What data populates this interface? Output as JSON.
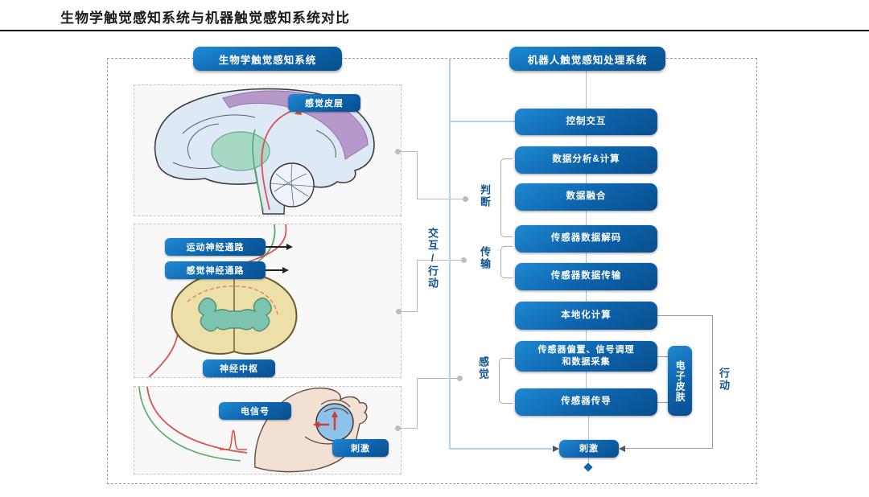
{
  "title": "生物学触觉感知系统与机器触觉感知系统对比",
  "headers": {
    "bio": "生物学触觉感知系统",
    "robot": "机器人触觉感知处理系统"
  },
  "bio": {
    "cortex": "感觉皮层",
    "motor_pathway": "运动神经通路",
    "sensory_pathway": "感觉神经通路",
    "nerve_center": "神经中枢",
    "electric_signal": "电信号",
    "stimulus": "刺激"
  },
  "flow": {
    "interaction_action": "交互/行动",
    "judgment": "判断",
    "transmission": "传输",
    "sensation": "感觉",
    "action": "行动"
  },
  "robot": {
    "control": "控制交互",
    "analysis": "数据分析&计算",
    "fusion": "数据融合",
    "decode": "传感器数据解码",
    "transfer": "传感器数据传输",
    "local_compute": "本地化计算",
    "bias_line1": "传感器偏置、信号调理",
    "bias_line2": "和数据采集",
    "conduction": "传感器传导",
    "e_skin": "电子皮肤",
    "stimulus": "刺激"
  },
  "colors": {
    "box_blue_start": "#1f89d2",
    "box_blue_end": "#084e8e",
    "flow_label_blue": "#11538e",
    "connector_gray": "#b9b9b9",
    "feedback_blue": "#b3d1ea",
    "cortex_purple": "#b28fc6",
    "nerve_red": "#d9534f",
    "nerve_green": "#58a868"
  }
}
